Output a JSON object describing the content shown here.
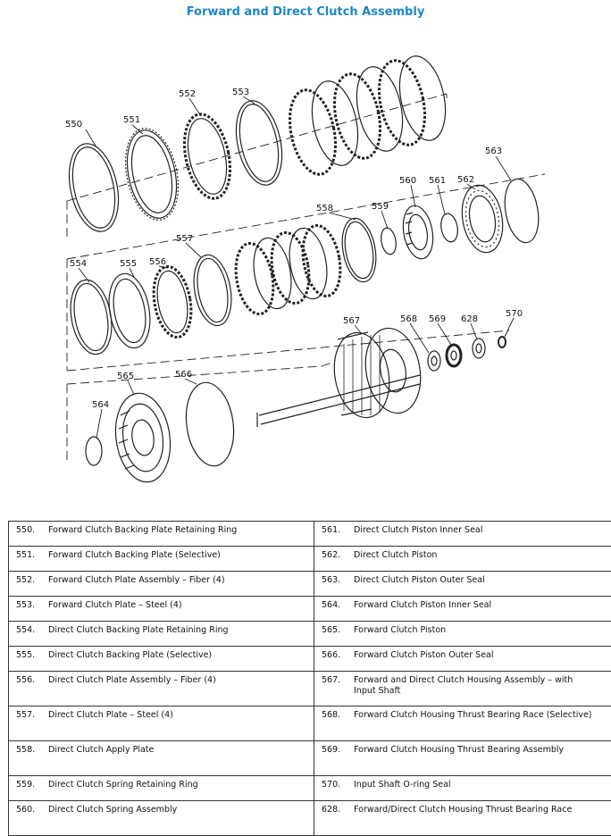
{
  "title": "Forward and Direct Clutch Assembly",
  "callouts": [
    "550",
    "551",
    "552",
    "553",
    "554",
    "555",
    "556",
    "557",
    "558",
    "559",
    "560",
    "561",
    "562",
    "563",
    "564",
    "565",
    "566",
    "567",
    "568",
    "569",
    "628",
    "570"
  ],
  "parts": [
    {
      "left": {
        "num": "550.",
        "desc": "Forward Clutch Backing Plate Retaining Ring"
      },
      "right": {
        "num": "561.",
        "desc": "Direct Clutch Piston Inner Seal"
      }
    },
    {
      "left": {
        "num": "551.",
        "desc": "Forward Clutch Backing Plate (Selective)"
      },
      "right": {
        "num": "562.",
        "desc": "Direct Clutch Piston"
      }
    },
    {
      "left": {
        "num": "552.",
        "desc": "Forward Clutch Plate Assembly – Fiber (4)"
      },
      "right": {
        "num": "563.",
        "desc": "Direct Clutch Piston Outer Seal"
      }
    },
    {
      "left": {
        "num": "553.",
        "desc": "Forward Clutch Plate – Steel (4)"
      },
      "right": {
        "num": "564.",
        "desc": "Forward Clutch Piston Inner Seal"
      }
    },
    {
      "left": {
        "num": "554.",
        "desc": "Direct Clutch Backing Plate Retaining Ring"
      },
      "right": {
        "num": "565.",
        "desc": "Forward Clutch Piston"
      }
    },
    {
      "left": {
        "num": "555.",
        "desc": "Direct Clutch Backing Plate (Selective)"
      },
      "right": {
        "num": "566.",
        "desc": "Forward Clutch Piston Outer Seal"
      }
    },
    {
      "left": {
        "num": "556.",
        "desc": "Direct Clutch Plate Assembly – Fiber (4)"
      },
      "right": {
        "num": "567.",
        "desc": "Forward and Direct Clutch Housing Assembly – with Input Shaft"
      }
    },
    {
      "left": {
        "num": "557.",
        "desc": "Direct Clutch Plate – Steel (4)"
      },
      "right": {
        "num": "568.",
        "desc": "Forward Clutch Housing Thrust Bearing Race (Selective)"
      }
    },
    {
      "left": {
        "num": "558.",
        "desc": "Direct Clutch Apply Plate"
      },
      "right": {
        "num": "569.",
        "desc": "Forward Clutch Housing Thrust Bearing Assembly"
      }
    },
    {
      "left": {
        "num": "559.",
        "desc": "Direct Clutch Spring Retaining Ring"
      },
      "right": {
        "num": "570.",
        "desc": "Input Shaft O-ring Seal"
      }
    },
    {
      "left": {
        "num": "560.",
        "desc": "Direct Clutch Spring Assembly"
      },
      "right": {
        "num": "628.",
        "desc": "Forward/Direct Clutch Housing Thrust Bearing Race"
      }
    }
  ]
}
